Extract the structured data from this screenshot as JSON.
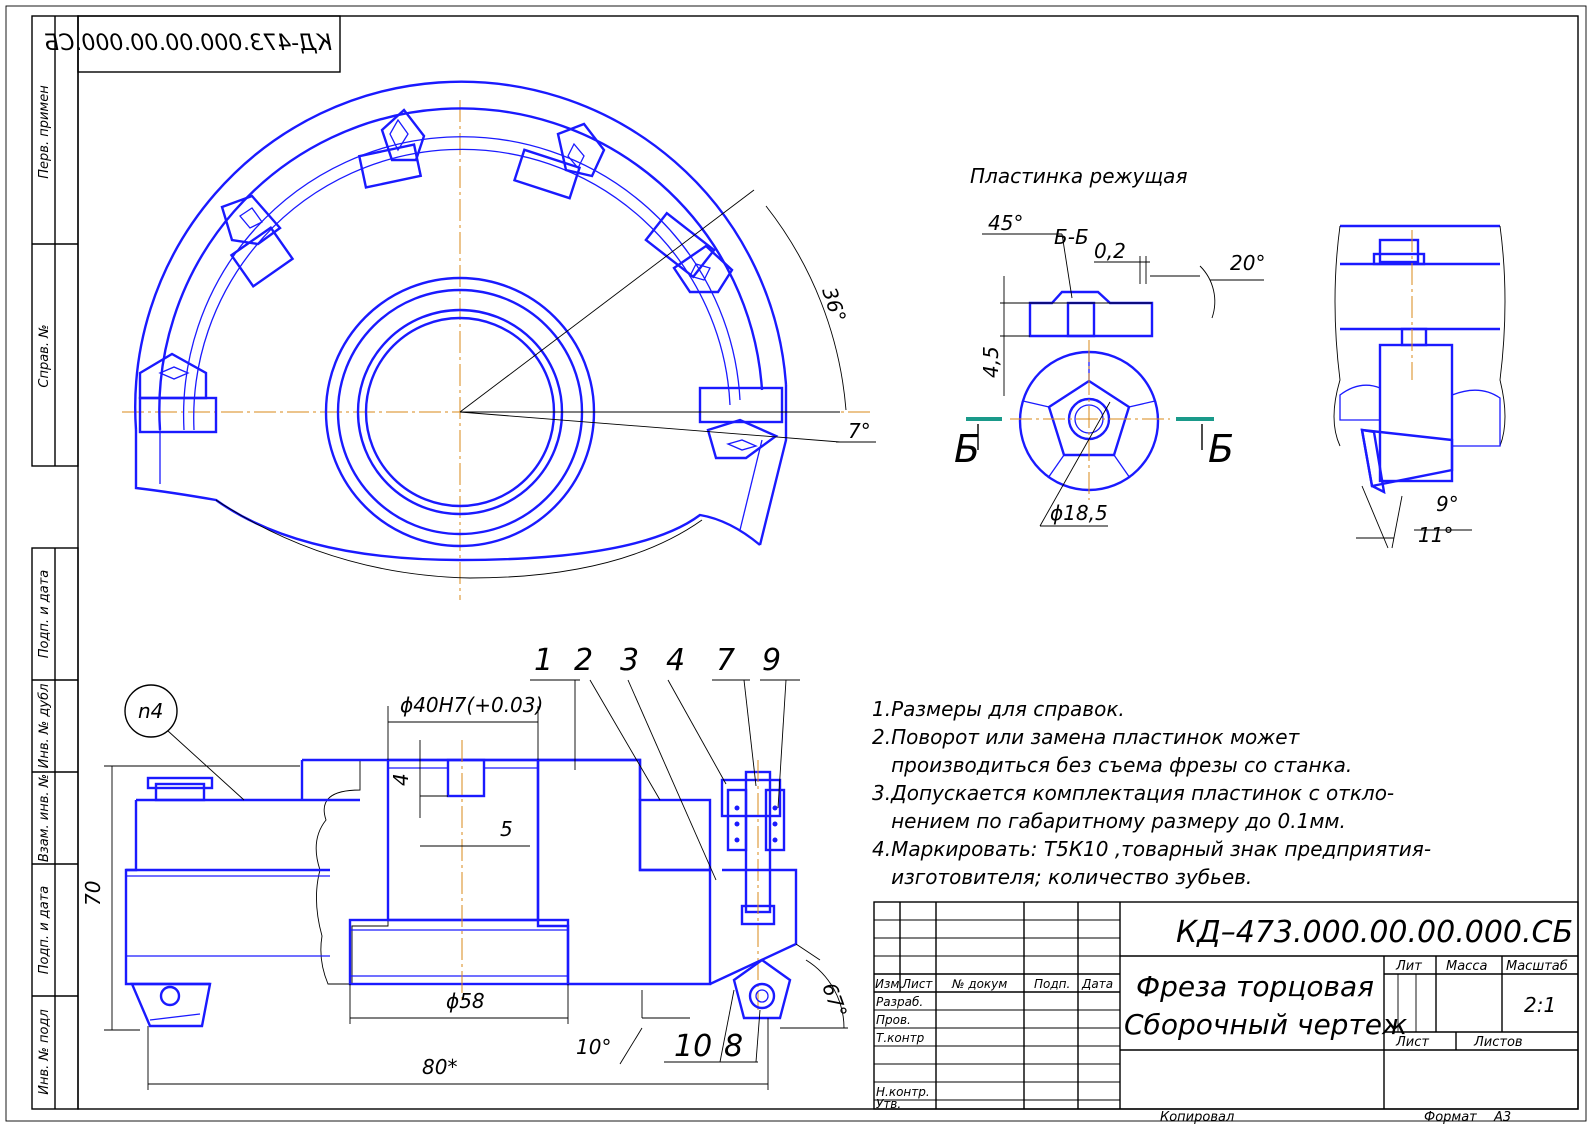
{
  "sheet": {
    "designation_mirrored": "КД-473.000.00.00.000.СБ",
    "designation": "КД–473.000.00.00.000.СБ",
    "title_line1": "Фреза торцовая",
    "title_line2": "Сборочный чертеж",
    "format_label": "Формат",
    "format_value": "А3",
    "copied_label": "Копировал"
  },
  "side_stamp": {
    "perv_primen": "Перв. примен",
    "sprav_no": "Справ. №",
    "podp_data_1": "Подп. и дата",
    "inv_dubl": "Инв. № дубл",
    "vzam_inv": "Взам. инв. №",
    "podp_data_2": "Подп. и дата",
    "inv_podl": "Инв. № подл"
  },
  "title_block": {
    "col_izm": "Изм.",
    "col_list": "Лист",
    "col_doc": "№ докум",
    "col_podp": "Подп.",
    "col_data": "Дата",
    "row_razrab": "Разраб.",
    "row_prov": "Пров.",
    "row_tkontr": "Т.контр",
    "row_nkontr": "Н.контр.",
    "row_utv": "Утв.",
    "lit_label": "Лит",
    "massa_label": "Масса",
    "masshtab_label": "Масштаб",
    "scale_value": "2:1",
    "list_label": "Лист",
    "listov_label": "Листов"
  },
  "views": {
    "insert_title": "Пластинка режущая",
    "section_label": "Б-Б",
    "section_mark": "Б"
  },
  "dimensions": {
    "angle_36": "36°",
    "angle_7": "7°",
    "angle_45": "45°",
    "dim_02": "0,2",
    "angle_20": "20°",
    "dim_45": "4,5",
    "dia_185": "ϕ18,5",
    "angle_9": "9°",
    "angle_11": "11°",
    "fit": "ϕ40H7(+0.03)",
    "dim_4": "4",
    "dim_5": "5",
    "dim_70": "70",
    "dia_58": "ϕ58",
    "dim_80": "80*",
    "angle_10": "10°",
    "angle_67": "67°",
    "callout_n4": "n4"
  },
  "positions": [
    "1",
    "2",
    "3",
    "4",
    "7",
    "9",
    "10",
    "8"
  ],
  "notes": [
    "1.Размеры для справок.",
    "2.Поворот или замена пластинок может",
    "   производиться без съема фрезы со станка.",
    "3.Допускается комплектация пластинок с откло-",
    "   нением по габаритному размеру до 0.1мм.",
    "4.Маркировать: Т5К10 ,товарный знак предприятия-",
    "   изготовителя; количество зубьев."
  ],
  "colors": {
    "contour": "#1a1aff",
    "frame": "#000000",
    "axis": "#d98a1a",
    "section_line": "#1a9a8a"
  }
}
